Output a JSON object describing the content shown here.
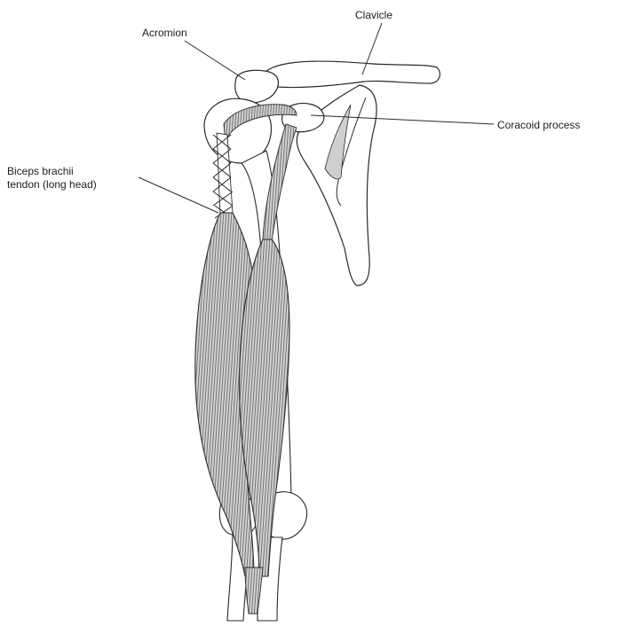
{
  "labels": {
    "acromion": "Acromion",
    "clavicle": "Clavicle",
    "coracoid": "Coracoid process",
    "biceps_line1": "Biceps brachii",
    "biceps_line2": "tendon (long head)"
  },
  "colors": {
    "ink": "#2a2a2a",
    "muscle_fill": "#c9c9c9",
    "fiber": "#5a5a5a",
    "cartilage": "#e6e6e6",
    "background": "#ffffff"
  }
}
